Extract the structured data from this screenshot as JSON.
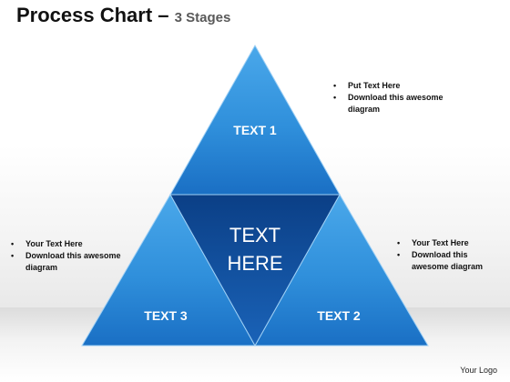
{
  "title": {
    "main": "Process Chart",
    "dash": " – ",
    "sub": "3 Stages"
  },
  "stages": {
    "top": "TEXT 1",
    "right": "TEXT 2",
    "left": "TEXT 3",
    "center_line1": "TEXT",
    "center_line2": "HERE"
  },
  "notes": {
    "top_right": [
      "Put Text Here",
      "Download this awesome diagram"
    ],
    "left": [
      "Your Text Here",
      "Download this awesome diagram"
    ],
    "right": [
      "Your Text  Here",
      "Download this awesome diagram"
    ]
  },
  "footer": {
    "logo": "Your Logo"
  },
  "colors": {
    "outer_light": "#4aa8ea",
    "outer_mid": "#2f8fdb",
    "outer_dark": "#1a6fc4",
    "inner_dark": "#0b3f86",
    "inner_mid": "#1a63b8",
    "edge": "#9fd0f5"
  }
}
